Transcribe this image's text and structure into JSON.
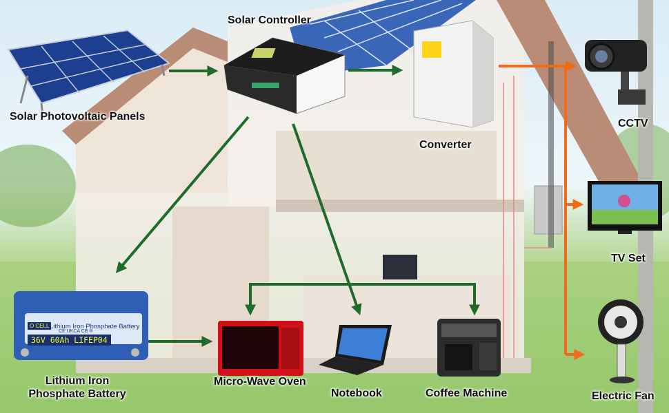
{
  "labels": {
    "solar_panels": "Solar Photovoltaic Panels",
    "solar_controller": "Solar Controller",
    "converter": "Converter",
    "cctv": "CCTV",
    "tv_set": "TV Set",
    "electric_fan": "Electric Fan",
    "battery": "Lithium Iron Phosphate Battery",
    "microwave": "Micro-Wave Oven",
    "notebook": "Notebook",
    "coffee_machine": "Coffee Machine"
  },
  "battery_label": {
    "brand": "O CELL",
    "title": "Lithium Iron Phosphate Battery",
    "marks": "CE UKCA CB ®",
    "spec": "36V 60Ah LIFEP04"
  },
  "icons": {
    "panels": "solar-panel-icon",
    "controller": "charge-controller-icon",
    "converter": "inverter-icon",
    "cctv": "security-camera-icon",
    "tv": "television-icon",
    "fan": "fan-icon",
    "battery": "battery-icon",
    "microwave": "microwave-icon",
    "notebook": "laptop-icon",
    "coffee": "coffee-machine-icon"
  },
  "colors": {
    "dc_flow": "#1e6b2a",
    "ac_flow": "#f26a1b",
    "battery_blue": "#2e5fb5"
  }
}
